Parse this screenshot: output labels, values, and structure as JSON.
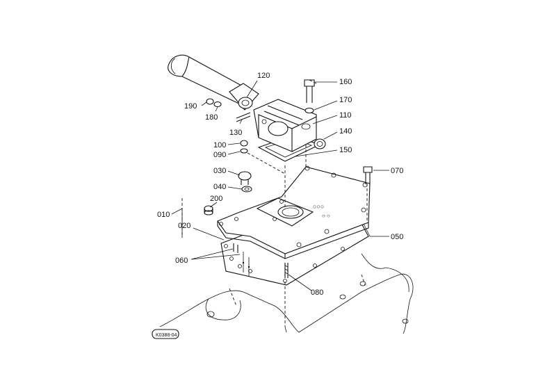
{
  "diagram": {
    "part_labels": [
      {
        "id": "010",
        "text": "010"
      },
      {
        "id": "020",
        "text": "020"
      },
      {
        "id": "030",
        "text": "030"
      },
      {
        "id": "040",
        "text": "040"
      },
      {
        "id": "050",
        "text": "050"
      },
      {
        "id": "060",
        "text": "060"
      },
      {
        "id": "070",
        "text": "070"
      },
      {
        "id": "080",
        "text": "080"
      },
      {
        "id": "090",
        "text": "090"
      },
      {
        "id": "100",
        "text": "100"
      },
      {
        "id": "110",
        "text": "110"
      },
      {
        "id": "120",
        "text": "120"
      },
      {
        "id": "130",
        "text": "130"
      },
      {
        "id": "140",
        "text": "140"
      },
      {
        "id": "150",
        "text": "150"
      },
      {
        "id": "160",
        "text": "160"
      },
      {
        "id": "170",
        "text": "170"
      },
      {
        "id": "180",
        "text": "180"
      },
      {
        "id": "190",
        "text": "190"
      },
      {
        "id": "200",
        "text": "200"
      }
    ],
    "stamp": "K0388-04"
  }
}
